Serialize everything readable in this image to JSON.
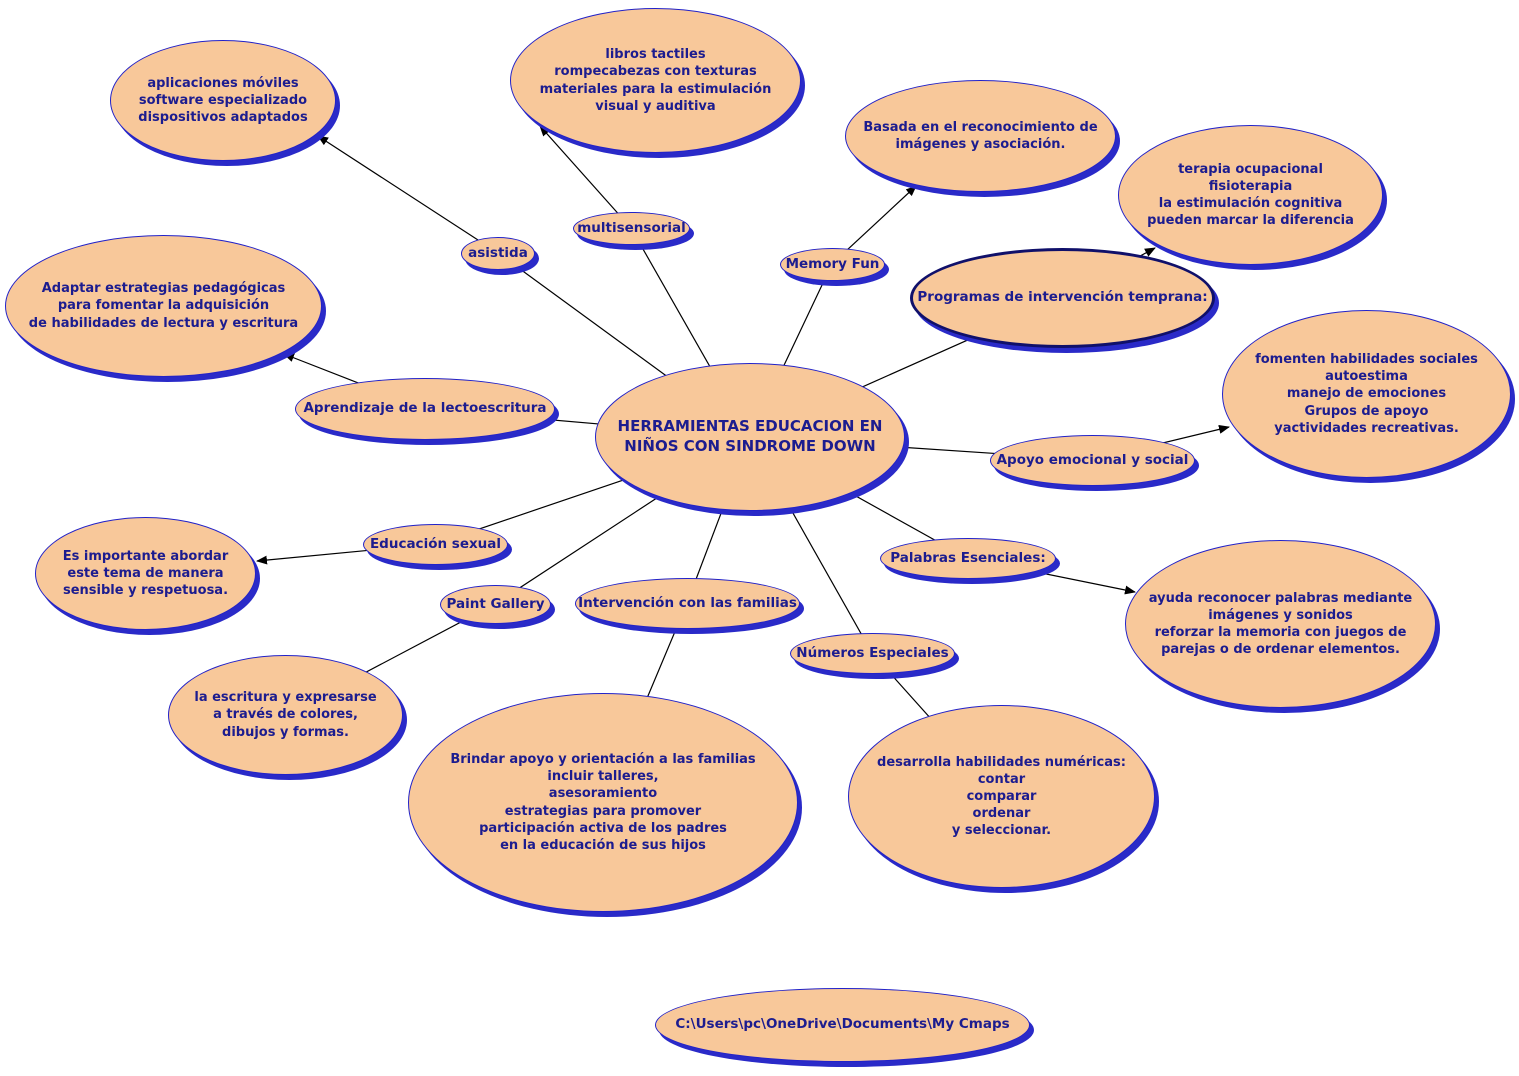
{
  "style": {
    "node_fill": "#f8c89a",
    "node_border": "#2222c8",
    "node_border_thick": "#10106a",
    "node_shadow": "#2a2ac8",
    "node_text": "#1c1c8f",
    "edge_color": "#000000"
  },
  "nodes": {
    "center": {
      "label": "HERRAMIENTAS EDUCACION EN\nNIÑOS CON SINDROME DOWN"
    },
    "apps_moviles": {
      "label": "aplicaciones móviles\nsoftware especializado\ndispositivos adaptados"
    },
    "libros_tactiles": {
      "label": "libros tactiles\nrompecabezas con texturas\nmateriales para la estimulación\nvisual y auditiva"
    },
    "basada_reconocimiento": {
      "label": "Basada en el reconocimiento de\nimágenes y asociación."
    },
    "terapia": {
      "label": "terapia ocupacional\nfisioterapia\nla estimulación cognitiva\npueden marcar la diferencia"
    },
    "asistida": {
      "label": "asistida"
    },
    "multisensorial": {
      "label": "multisensorial"
    },
    "memory_fun": {
      "label": "Memory Fun"
    },
    "programas": {
      "label": "Programas de intervención temprana:"
    },
    "adaptar": {
      "label": "Adaptar estrategias pedagógicas\npara fomentar la adquisición\nde habilidades de lectura y escritura"
    },
    "fomenten": {
      "label": "fomenten habilidades sociales\nautoestima\nmanejo de emociones\nGrupos de apoyo\nyactividades recreativas."
    },
    "aprendizaje": {
      "label": "Aprendizaje de la lectoescritura"
    },
    "apoyo_emocional": {
      "label": "Apoyo emocional y social"
    },
    "es_importante": {
      "label": "Es importante abordar\neste tema de manera\nsensible y respetuosa."
    },
    "educacion_sexual": {
      "label": "Educación sexual"
    },
    "palabras_esenciales": {
      "label": "Palabras Esenciales:"
    },
    "paint_gallery": {
      "label": "Paint Gallery"
    },
    "intervencion_familias": {
      "label": "Intervención con las familias"
    },
    "ayuda_reconocer": {
      "label": "ayuda reconocer palabras mediante\nimágenes y sonidos\nreforzar la memoria con juegos de\nparejas o de ordenar elementos."
    },
    "numeros_especiales": {
      "label": "Números Especiales"
    },
    "escritura_expresarse": {
      "label": "la escritura y expresarse\na través de colores,\ndibujos y formas."
    },
    "brindar_apoyo": {
      "label": "Brindar apoyo y orientación a las familias\nincluir talleres,\nasesoramiento\nestrategias para promover\nparticipación activa de los padres\nen la educación de sus hijos"
    },
    "desarrolla": {
      "label": "desarrolla habilidades numéricas:\ncontar\ncomparar\nordenar\ny seleccionar."
    },
    "cmaps_path": {
      "label": "C:\\Users\\pc\\OneDrive\\Documents\\My Cmaps"
    }
  }
}
